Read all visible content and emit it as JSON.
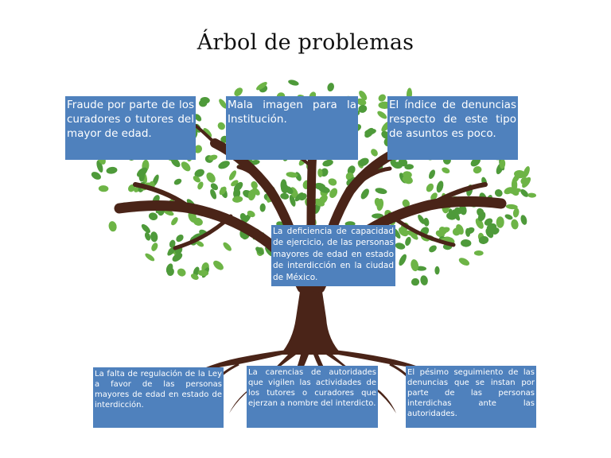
{
  "title": "Árbol de problemas",
  "colors": {
    "box_fill": "#4f81bd",
    "box_text": "#ffffff",
    "trunk": "#4a2418",
    "leaf": "#4e9a3a",
    "leaf_light": "#6db446"
  },
  "effects": [
    "Fraude por parte de los curadores o tutores del mayor de edad.",
    "Mala imagen para la Institución.",
    "El índice de denuncias respecto de este tipo de asuntos es poco."
  ],
  "central_problem": "La deficiencia de capacidad de ejercicio, de las personas mayores de edad en estado de interdicción en la ciudad de México.",
  "causes": [
    "La falta de regulación de la Ley a favor de las personas mayores de edad en estado de interdicción.",
    "La carencias de autoridades que vigilen las actividades de los tutores o curadores que ejerzan a nombre del interdicto.",
    "El pésimo seguimiento de las denuncias que se instan por parte de las personas interdichas ante las autoridades."
  ]
}
